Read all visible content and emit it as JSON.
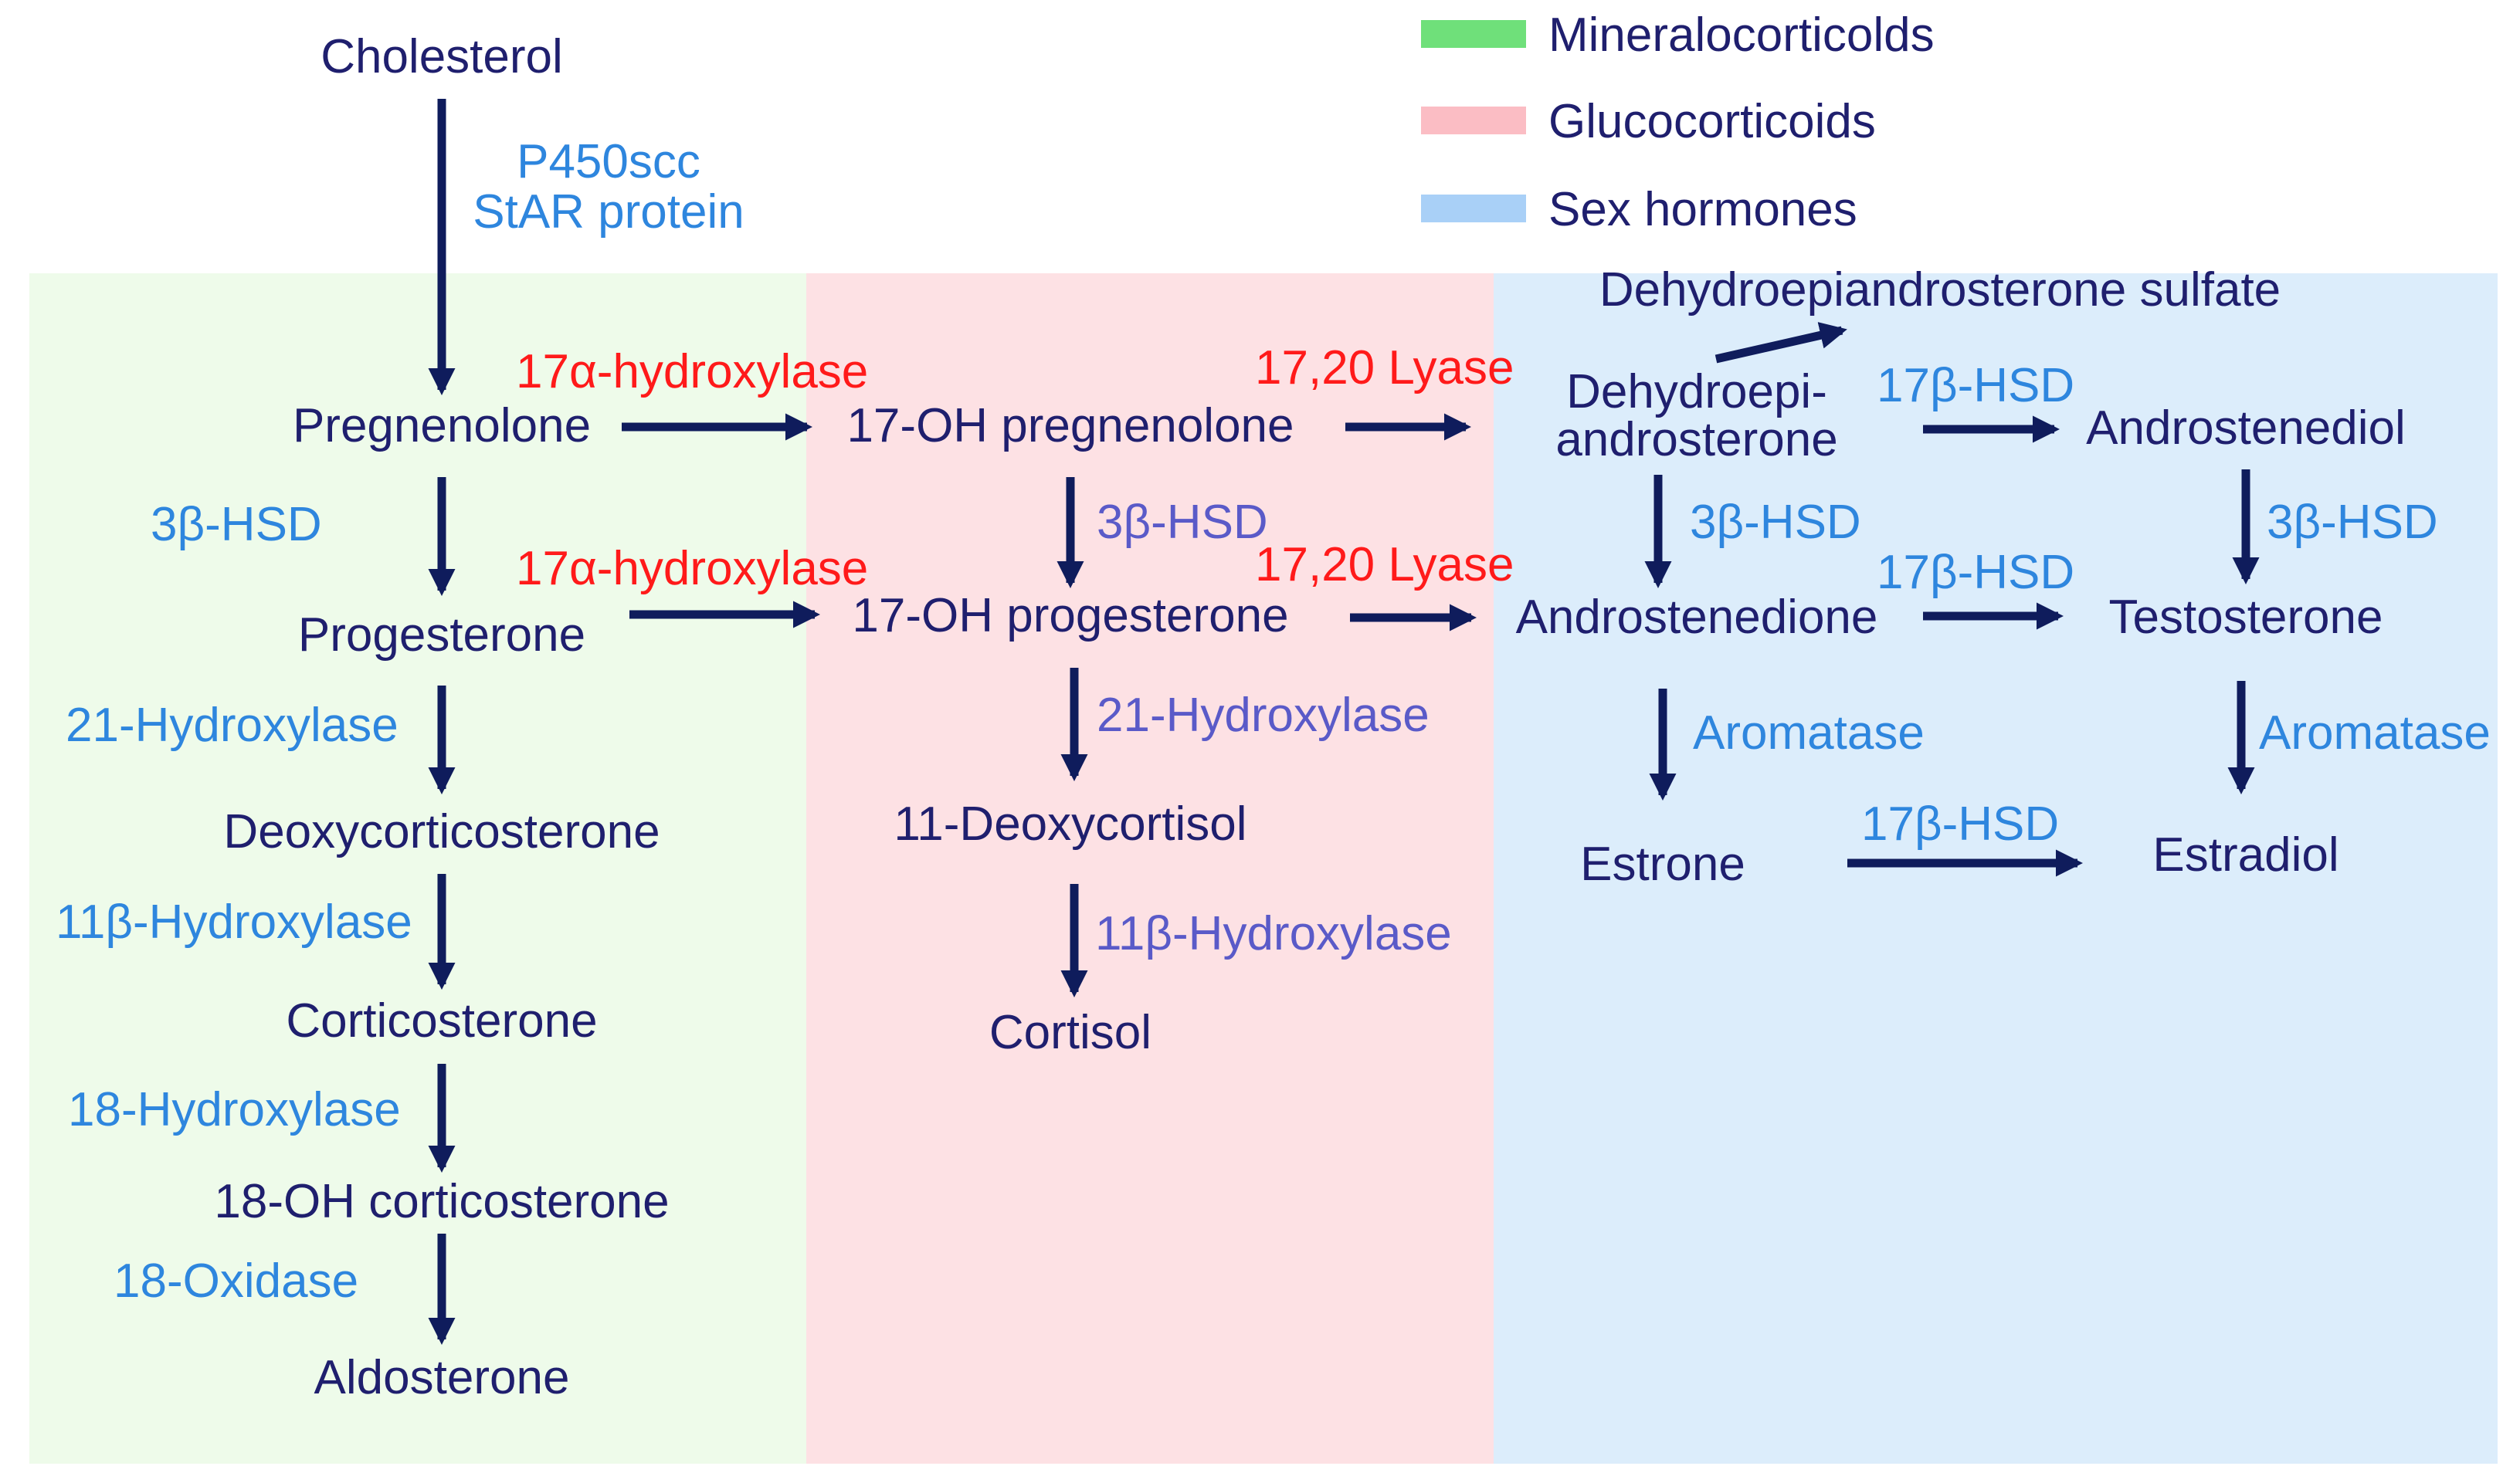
{
  "colors": {
    "mineralo_bg": "#eefbea",
    "gluco_bg": "#fde1e4",
    "sex_bg": "#dcedfb",
    "mineralo_key": "#6fe07a",
    "gluco_key": "#fbbdc4",
    "sex_key": "#a9d0f7",
    "compound_text": "#1f1f6e",
    "enzyme_blue": "#2e86de",
    "enzyme_purple": "#5a5ac8",
    "enzyme_red": "#ff1a1a",
    "arrow": "#0f1c5c"
  },
  "legend": {
    "mineralocorticoids": "Mineralocorticolds",
    "glucocorticoids": "Glucocorticoids",
    "sex_hormones": "Sex hormones"
  },
  "compounds": {
    "cholesterol": "Cholesterol",
    "pregnenolone": "Pregnenolone",
    "progesterone": "Progesterone",
    "deoxycorticosterone": "Deoxycorticosterone",
    "corticosterone": "Corticosterone",
    "oh18_corticosterone": "18-OH corticosterone",
    "aldosterone": "Aldosterone",
    "oh17_pregnenolone": "17-OH pregnenolone",
    "oh17_progesterone": "17-OH progesterone",
    "deoxycortisol11": "11-Deoxycortisol",
    "cortisol": "Cortisol",
    "dheas": "Dehydroepiandrosterone sulfate",
    "dhea_line1": "Dehydroepi-",
    "dhea_line2": "androsterone",
    "androstenediol": "Androstenediol",
    "androstenedione": "Androstenedione",
    "testosterone": "Testosterone",
    "estrone": "Estrone",
    "estradiol": "Estradiol"
  },
  "enzymes": {
    "p450scc": "P450scc",
    "star": "StAR protein",
    "hyd17a_top": "17α-hydroxylase",
    "hyd17a_bottom": "17α-hydroxylase",
    "lyase_top": "17,20 Lyase",
    "lyase_bottom": "17,20 Lyase",
    "hsd3b_left": "3β-HSD",
    "hsd3b_mid": "3β-HSD",
    "hsd3b_dhea": "3β-HSD",
    "hsd3b_right": "3β-HSD",
    "hyd21_left": "21-Hydroxylase",
    "hyd21_mid": "21-Hydroxylase",
    "hyd11b_left": "11β-Hydroxylase",
    "hyd11b_mid": "11β-Hydroxylase",
    "hyd18": "18-Hydroxylase",
    "oxidase18": "18-Oxidase",
    "hsd17b_top": "17β-HSD",
    "hsd17b_mid": "17β-HSD",
    "hsd17b_bottom": "17β-HSD",
    "aromatase_left": "Aromatase",
    "aromatase_right": "Aromatase"
  }
}
